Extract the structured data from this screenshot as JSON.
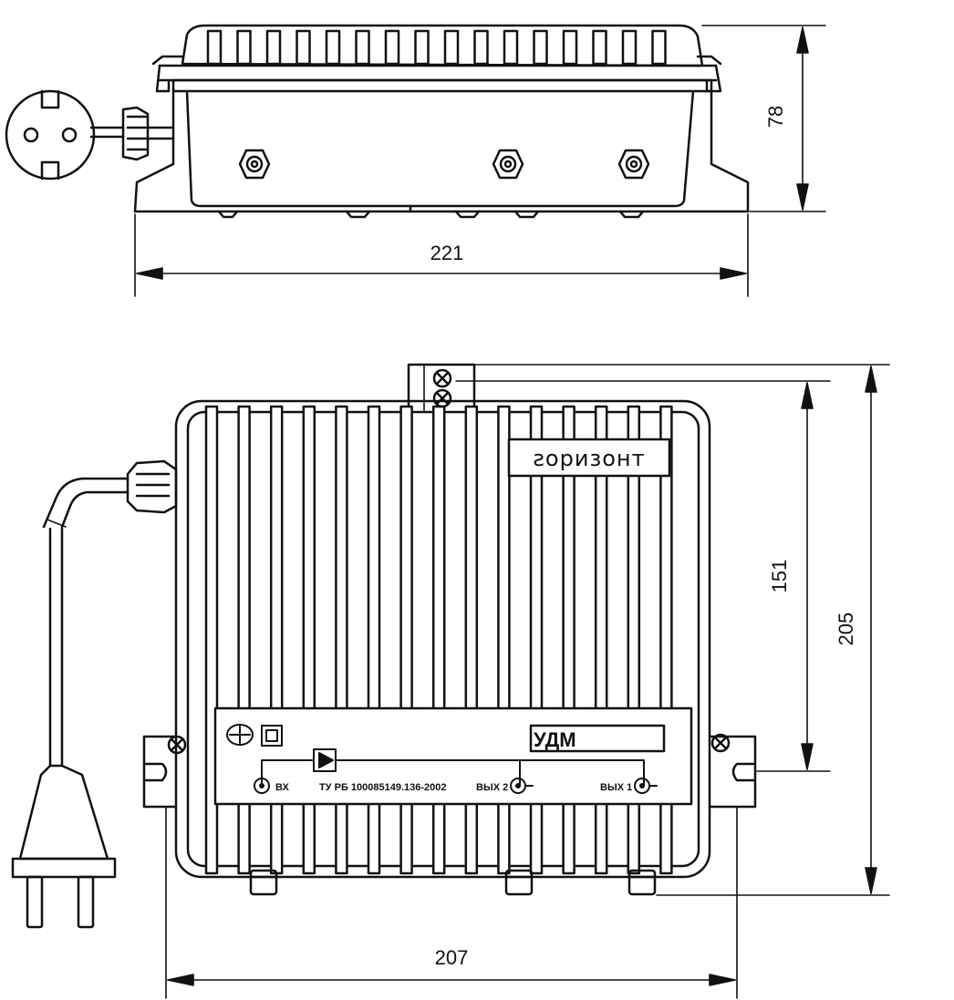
{
  "drawing": {
    "top_view": {
      "dimensions": {
        "length": "221",
        "height": "78"
      }
    },
    "front_view": {
      "brand": "ƨоризонт",
      "model": "УДМ",
      "spec": "ТУ РБ 100085149.136-2002",
      "ports": {
        "input": "ВХ",
        "output_2": "ВЫХ 2",
        "output_1": "ВЫХ 1"
      },
      "dimensions": {
        "width": "207",
        "mount_spacing": "151",
        "overall_height": "205"
      }
    }
  },
  "colors": {
    "ink": "#111111",
    "background": "#ffffff"
  }
}
